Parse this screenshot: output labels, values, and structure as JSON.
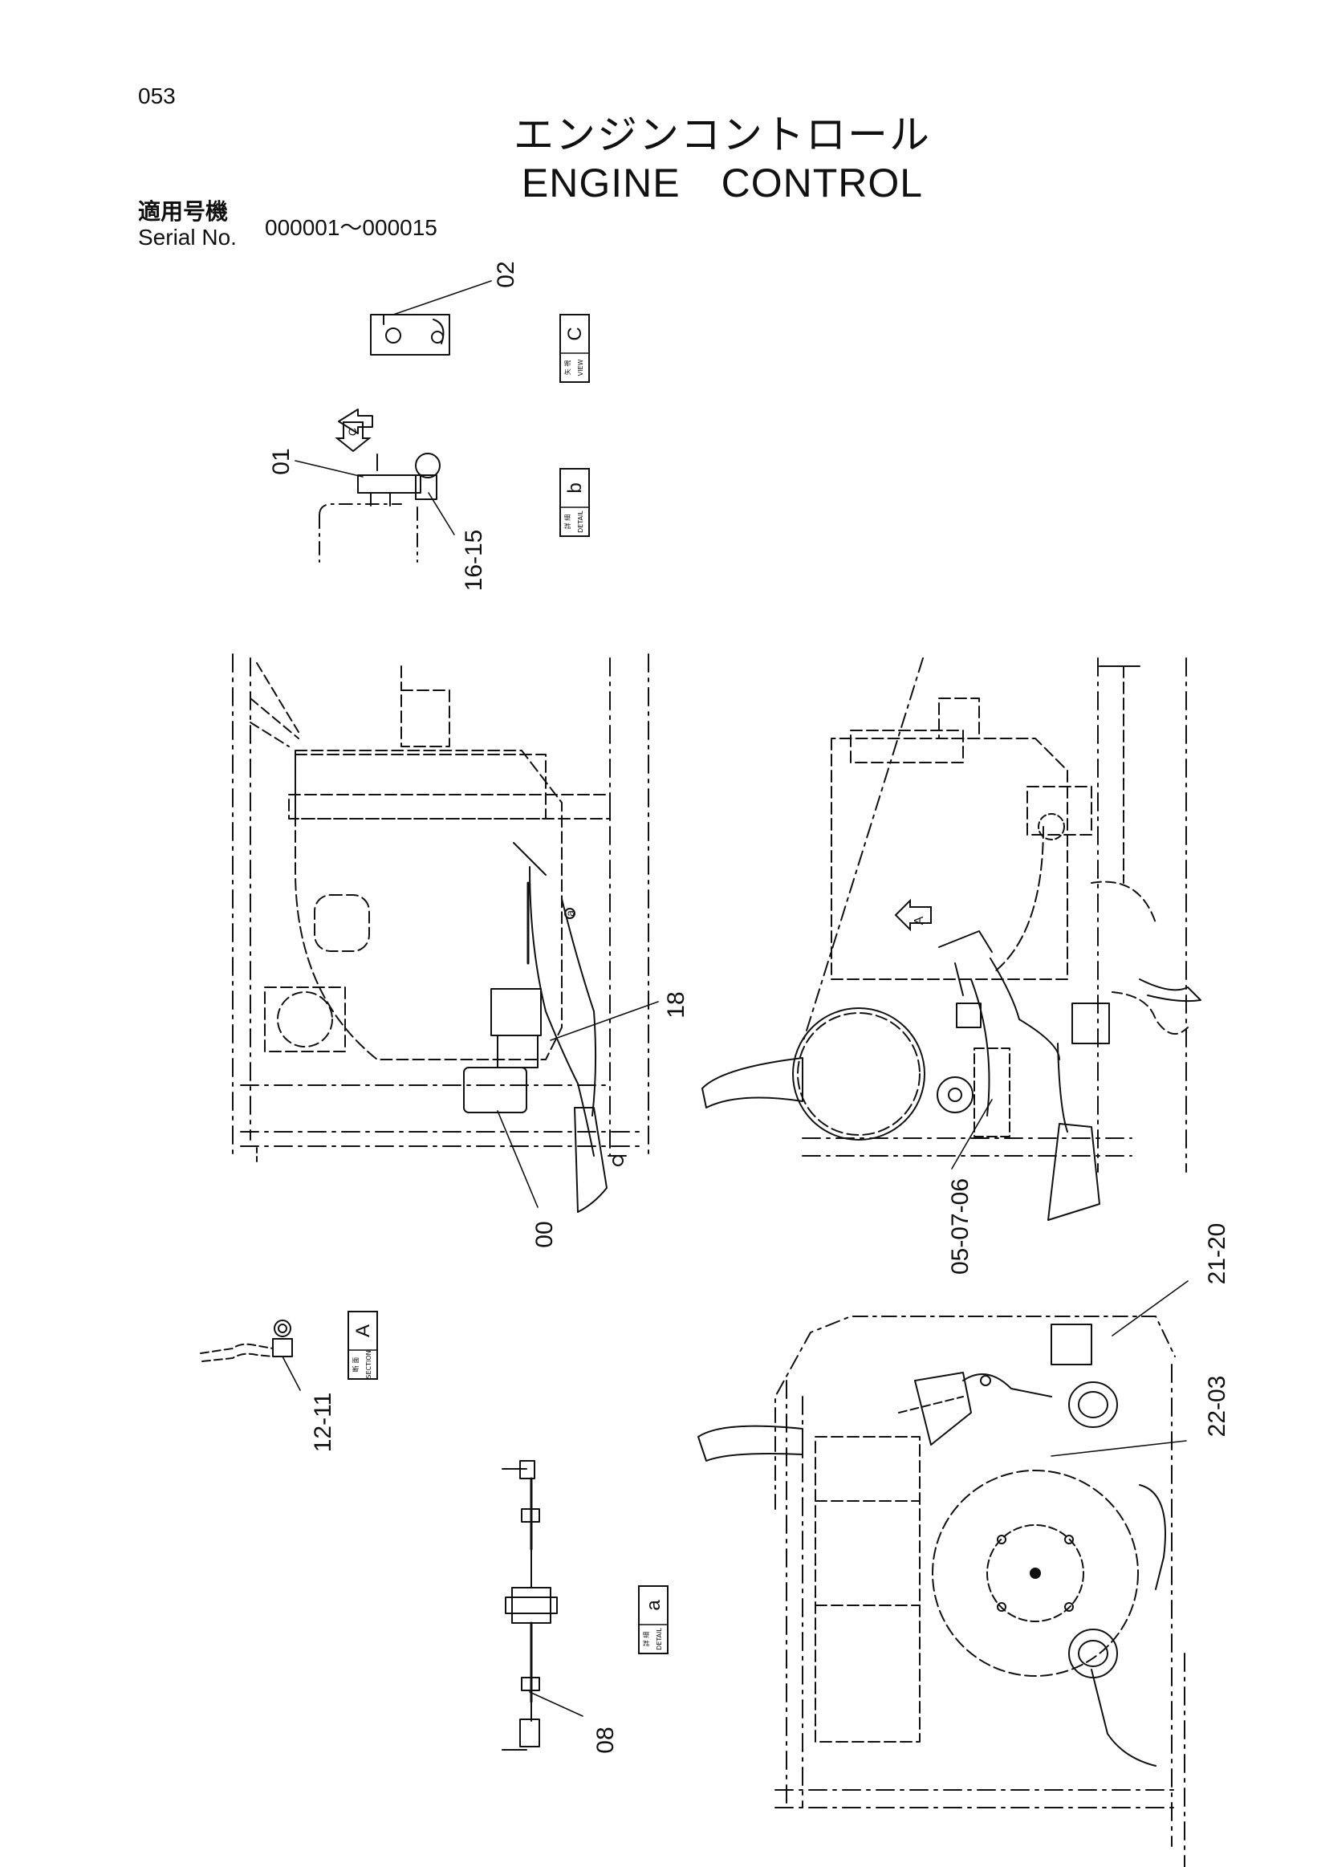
{
  "header": {
    "page_number": "053",
    "title_jp": "エンジンコントロール",
    "title_en": "ENGINE　CONTROL",
    "serial_label_jp": "適用号機",
    "serial_label_en": "Serial No.",
    "serial_range": "000001～000015"
  },
  "views": [
    {
      "key": "view_c",
      "letter": "C",
      "kind_jp": "矢 視",
      "kind_en": "VIEW"
    },
    {
      "key": "detail_b",
      "letter": "b",
      "kind_jp": "詳 細",
      "kind_en": "DETAIL"
    },
    {
      "key": "section_a",
      "letter": "A",
      "kind_jp": "断 面",
      "kind_en": "SECTION"
    },
    {
      "key": "detail_a",
      "letter": "a",
      "kind_jp": "詳 細",
      "kind_en": "DETAIL"
    }
  ],
  "part_labels": {
    "p02": "02",
    "p01": "01",
    "p16_15": "16-15",
    "p18": "18",
    "p00": "00",
    "p05_07_06": "05-07-06",
    "p21_20": "21-20",
    "p22_03": "22-03",
    "p12_11": "12-11",
    "p08": "08"
  },
  "markers": {
    "arrow_c": "C",
    "arrow_a": "A",
    "circle_a": "a"
  },
  "colors": {
    "ink": "#111111",
    "paper": "#ffffff"
  }
}
